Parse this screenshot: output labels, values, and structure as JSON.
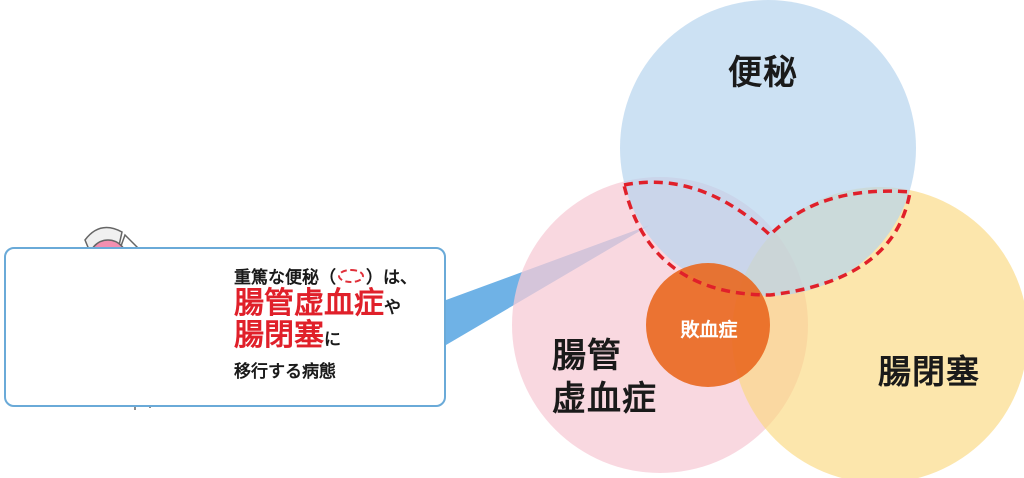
{
  "diagram": {
    "circles": {
      "constipation": {
        "label": "便秘",
        "color": "#cfe2f3"
      },
      "ischemia": {
        "label_line1": "腸管",
        "label_line2": "虚血症",
        "color": "#f6cfd9"
      },
      "obstruction": {
        "label": "腸閉塞",
        "color": "#fbe3a0"
      },
      "sepsis": {
        "label": "敗血症",
        "color": "#e9681f"
      }
    },
    "highlight_color": "#e0202a"
  },
  "callout": {
    "border_color": "#6aaad8",
    "line1_before": "重篤な便秘（",
    "line1_after": "）は、",
    "term1": "腸管虚血症",
    "term1_suffix": "や",
    "term2": "腸閉塞",
    "term2_suffix": "に",
    "line4": "移行する病態"
  }
}
